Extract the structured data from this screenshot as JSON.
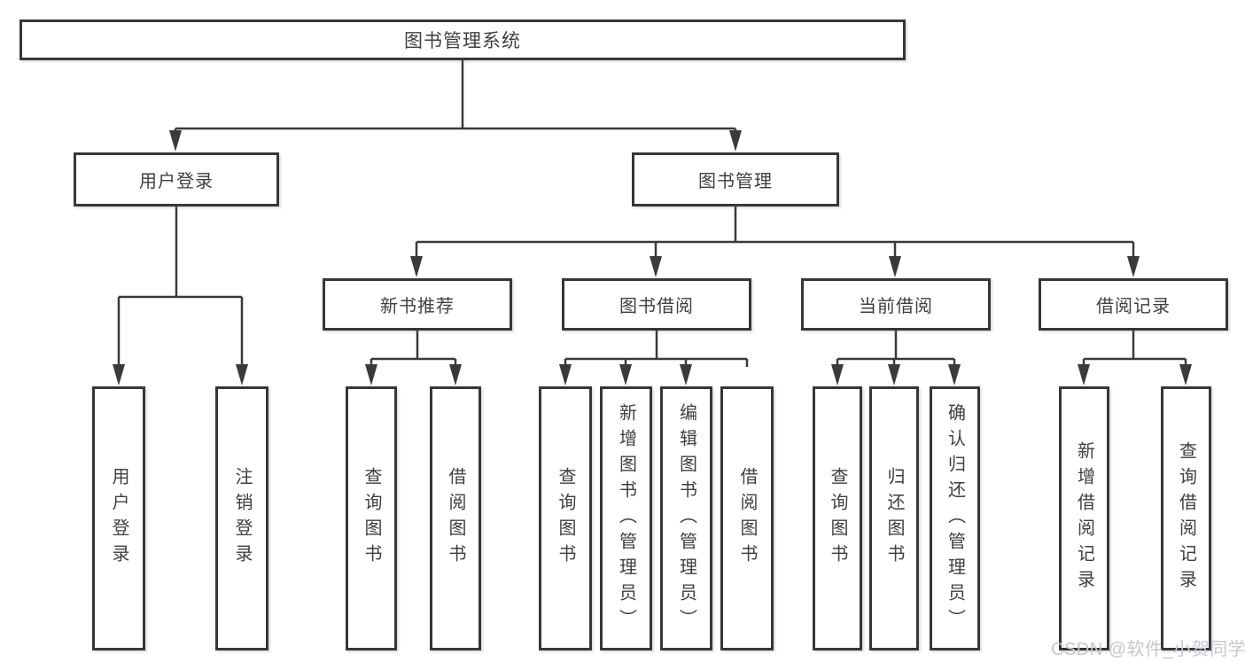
{
  "nodes": {
    "root": "图书管理系统",
    "user_login": "用户登录",
    "book_mgmt": "图书管理",
    "new_book_rec": "新书推荐",
    "book_borrow": "图书借阅",
    "current_borrow": "当前借阅",
    "borrow_records": "借阅记录",
    "leaf_user_login": "用户登录",
    "leaf_logout": "注销登录",
    "leaf_query_book_a": "查询图书",
    "leaf_borrow_book_a": "借阅图书",
    "leaf_query_book_b": "查询图书",
    "leaf_add_book_admin": "新增图书（管理员）",
    "leaf_edit_book_admin": "编辑图书（管理员）",
    "leaf_borrow_book_b": "借阅图书",
    "leaf_query_book_c": "查询图书",
    "leaf_return_book": "归还图书",
    "leaf_confirm_return_admin": "确认归还（管理员）",
    "leaf_add_borrow_record": "新增借阅记录",
    "leaf_query_borrow_record": "查询借阅记录"
  },
  "watermark": {
    "text": "CSDN @软件_小贺同学"
  },
  "colors": {
    "line": "#3a3a3a",
    "border": "#373737",
    "text": "#3f3f3f",
    "watermark": "#c4c8cd",
    "background": "#ffffff"
  }
}
